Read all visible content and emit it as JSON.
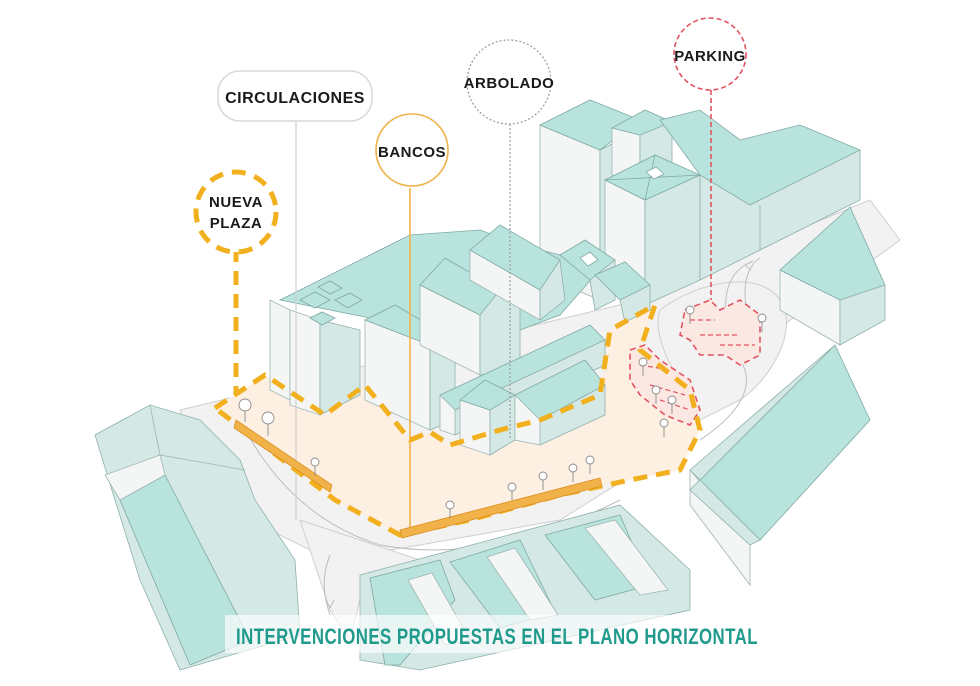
{
  "diagram": {
    "caption": "INTERVENCIONES PROPUESTAS EN EL PLANO HORIZONTAL",
    "labels": {
      "circulaciones": {
        "text": "CIRCULACIONES",
        "shape": "rounded-rect",
        "border": "solid",
        "color": "#d9d9d9"
      },
      "arbolado": {
        "text": "ARBOLADO",
        "shape": "circle",
        "border": "dotted",
        "color": "#9e9e9e"
      },
      "parking": {
        "text": "PARKING",
        "shape": "circle",
        "border": "dashed",
        "color": "#e2535f"
      },
      "bancos": {
        "text": "BANCOS",
        "shape": "circle",
        "border": "solid",
        "color": "#f0b24a"
      },
      "nueva_plaza_line1": "NUEVA",
      "nueva_plaza_line2": "PLAZA",
      "nueva_plaza": {
        "shape": "circle",
        "border": "dashed",
        "color": "#f2b01e"
      }
    },
    "colors": {
      "roof": "#b9e3dd",
      "wall_light": "#f4f6f6",
      "wall_shaded": "#d4e9e5",
      "plaza_fill": "#fdefe2",
      "plaza_border": "#f2b01e",
      "parking_border": "#e2535f",
      "caption": "#1f9a8c"
    }
  }
}
